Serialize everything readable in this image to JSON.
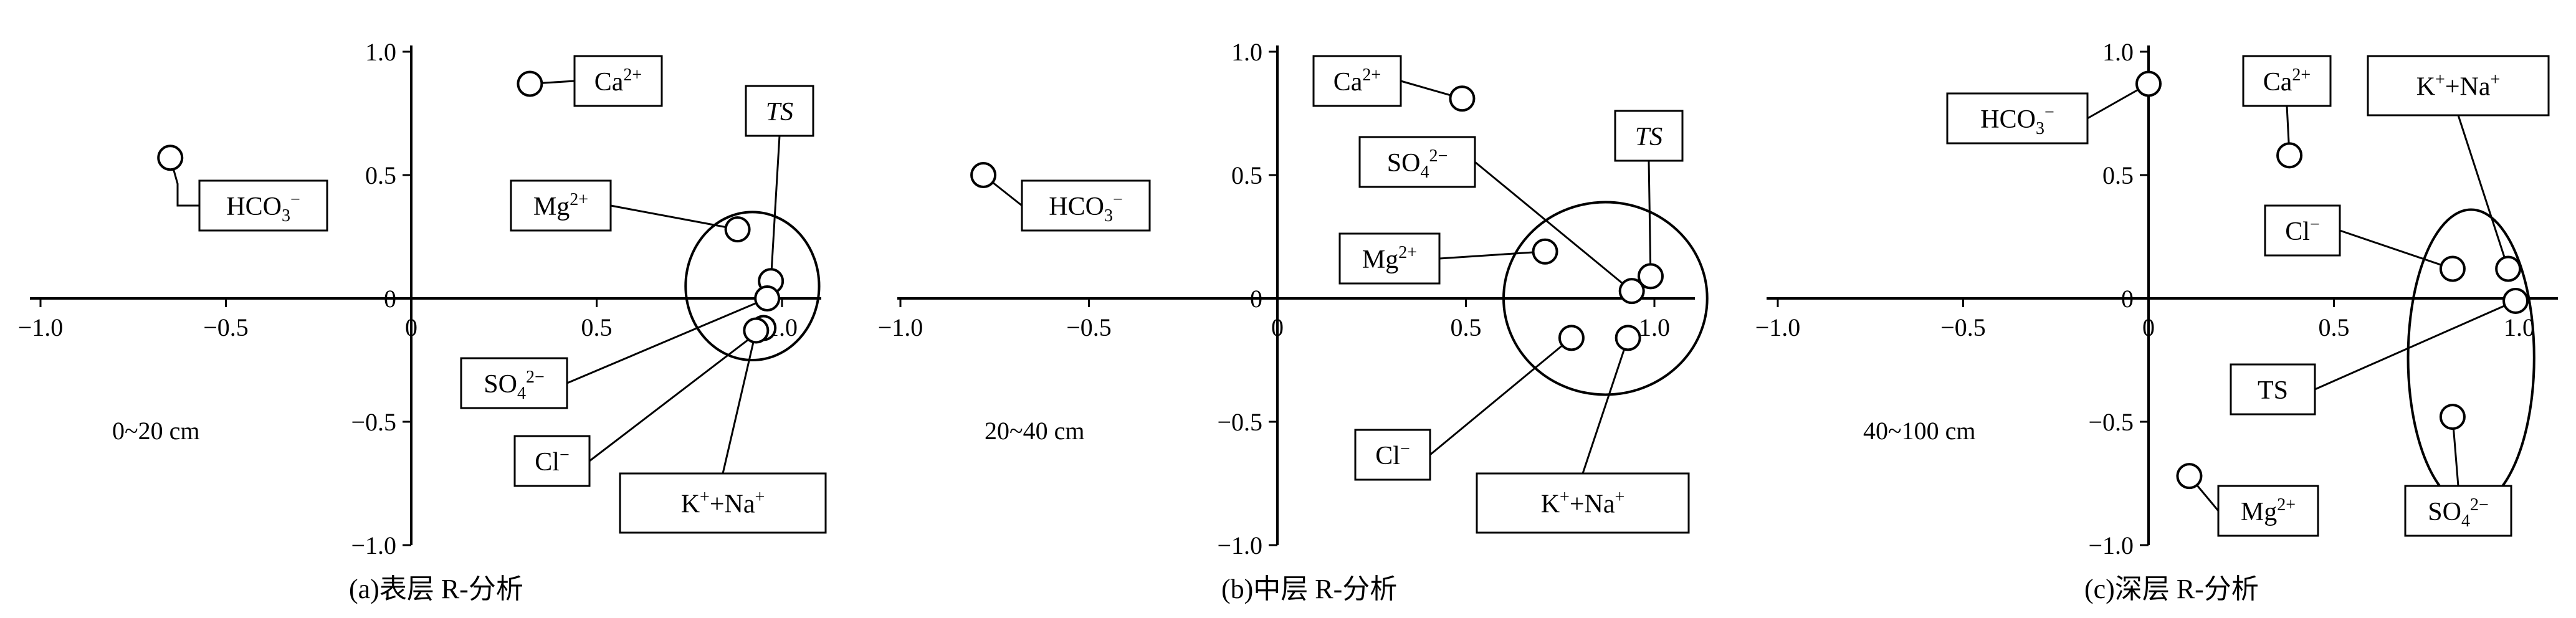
{
  "chart_data": [
    {
      "type": "scatter",
      "title": "(a)表层 R-分析",
      "depth_label": "0~20 cm",
      "xlim": [
        -1.0,
        1.0
      ],
      "ylim": [
        -1.0,
        1.0
      ],
      "x_ticks": [
        "−1.0",
        "−0.5",
        "0",
        "0.5",
        "1.0"
      ],
      "y_ticks": [
        "1.0",
        "0.5",
        "0",
        "−0.5",
        "−1.0"
      ],
      "points": [
        {
          "name": "HCO₃⁻",
          "x": -0.65,
          "y": 0.57
        },
        {
          "name": "Ca²⁺",
          "x": 0.32,
          "y": 0.87
        },
        {
          "name": "Mg²⁺",
          "x": 0.88,
          "y": 0.28
        },
        {
          "name": "TS",
          "x": 0.97,
          "y": 0.07
        },
        {
          "name": "SO₄²⁻",
          "x": 0.96,
          "y": 0.0
        },
        {
          "name": "Cl⁻",
          "x": 0.95,
          "y": -0.12
        },
        {
          "name": "K⁺+Na⁺",
          "x": 0.93,
          "y": -0.13
        }
      ],
      "cluster": {
        "cx": 0.92,
        "cy": 0.05,
        "rx": 0.18,
        "ry": 0.3
      }
    },
    {
      "type": "scatter",
      "title": "(b)中层 R-分析",
      "depth_label": "20~40 cm",
      "xlim": [
        -1.0,
        1.0
      ],
      "ylim": [
        -1.0,
        1.0
      ],
      "x_ticks": [
        "−1.0",
        "−0.5",
        "0",
        "0.5",
        "1.0"
      ],
      "y_ticks": [
        "1.0",
        "0.5",
        "0",
        "−0.5",
        "−1.0"
      ],
      "points": [
        {
          "name": "HCO₃⁻",
          "x": -0.78,
          "y": 0.5
        },
        {
          "name": "Ca²⁺",
          "x": 0.49,
          "y": 0.81
        },
        {
          "name": "SO₄²⁻",
          "x": 0.94,
          "y": 0.03
        },
        {
          "name": "TS",
          "x": 0.99,
          "y": 0.09
        },
        {
          "name": "Mg²⁺",
          "x": 0.71,
          "y": 0.19
        },
        {
          "name": "Cl⁻",
          "x": 0.78,
          "y": -0.16
        },
        {
          "name": "K⁺+Na⁺",
          "x": 0.93,
          "y": -0.16
        }
      ],
      "cluster": {
        "cx": 0.87,
        "cy": 0.0,
        "rx": 0.27,
        "ry": 0.39
      }
    },
    {
      "type": "scatter",
      "title": "(c)深层 R-分析",
      "depth_label": "40~100 cm",
      "xlim": [
        -1.0,
        1.0
      ],
      "ylim": [
        -1.0,
        1.0
      ],
      "x_ticks": [
        "−1.0",
        "−0.5",
        "0",
        "0.5",
        "1.0"
      ],
      "y_ticks": [
        "1.0",
        "0.5",
        "0",
        "−0.5",
        "−1.0"
      ],
      "points": [
        {
          "name": "HCO₃⁻",
          "x": 0.0,
          "y": 0.87
        },
        {
          "name": "Ca²⁺",
          "x": 0.38,
          "y": 0.58
        },
        {
          "name": "K⁺+Na⁺",
          "x": 0.97,
          "y": 0.12
        },
        {
          "name": "Cl⁻",
          "x": 0.82,
          "y": 0.12
        },
        {
          "name": "TS",
          "x": 0.99,
          "y": -0.01
        },
        {
          "name": "SO₄²⁻",
          "x": 0.82,
          "y": -0.48
        },
        {
          "name": "Mg²⁺",
          "x": 0.11,
          "y": -0.72
        }
      ],
      "cluster": {
        "cx": 0.87,
        "cy": -0.24,
        "rx": 0.17,
        "ry": 0.6
      }
    }
  ],
  "labels": [
    [
      {
        "text": "HCO₃⁻",
        "sub": "HCO",
        "subs": "3",
        "sup": "−",
        "left": true
      },
      {
        "text": "Ca²⁺"
      },
      {
        "text": "Mg²⁺"
      },
      {
        "text": "TS"
      },
      {
        "text": "SO₄²⁻"
      },
      {
        "text": "Cl⁻"
      },
      {
        "text": "K⁺+Na⁺"
      }
    ]
  ]
}
